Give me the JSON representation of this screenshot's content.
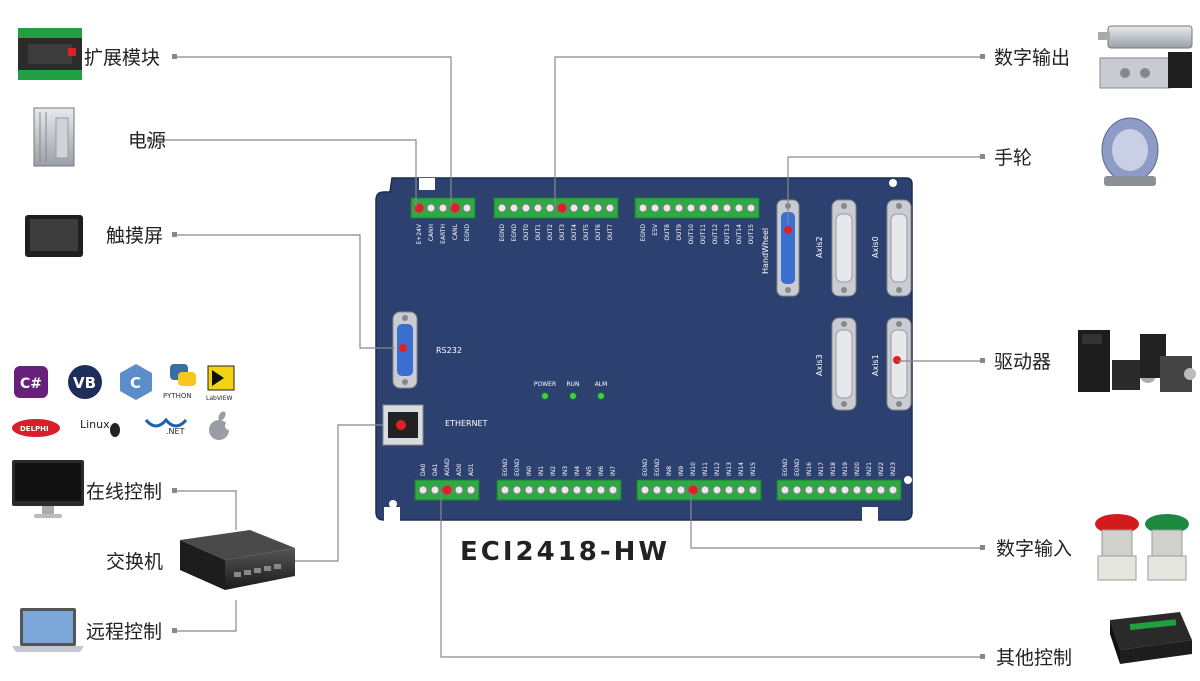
{
  "model": "ECI2418-HW",
  "labels": {
    "expansion": "扩展模块",
    "power": "电源",
    "touchscreen": "触摸屏",
    "online": "在线控制",
    "switch": "交换机",
    "remote": "远程控制",
    "digital_out": "数字输出",
    "handwheel": "手轮",
    "driver": "驱动器",
    "digital_in": "数字输入",
    "other": "其他控制"
  },
  "board": {
    "power_pins": [
      "E+24V",
      "CANH",
      "EARTH",
      "CANL",
      "EGND"
    ],
    "out1_pins": [
      "EGND",
      "EGND",
      "OUT0",
      "OUT1",
      "OUT2",
      "OUT3",
      "OUT4",
      "OUT5",
      "OUT6",
      "OUT7"
    ],
    "out2_pins": [
      "EGND",
      "E5V",
      "OUT8",
      "OUT9",
      "OUT10",
      "OUT11",
      "OUT12",
      "OUT13",
      "OUT14",
      "OUT15"
    ],
    "ad_pins": [
      "DA0",
      "DA1",
      "AGND",
      "AD0",
      "AD1"
    ],
    "in1_pins": [
      "EGND",
      "EGND",
      "IN0",
      "IN1",
      "IN2",
      "IN3",
      "IN4",
      "IN5",
      "IN6",
      "IN7"
    ],
    "in2_pins": [
      "EGND",
      "EGND",
      "IN8",
      "IN9",
      "IN10",
      "IN11",
      "IN12",
      "IN13",
      "IN14",
      "IN15"
    ],
    "in3_pins": [
      "EGND",
      "EGND",
      "IN16",
      "IN17",
      "IN18",
      "IN19",
      "IN20",
      "IN21",
      "IN22",
      "IN23"
    ],
    "ports": {
      "handwheel": "HandWheel",
      "axis2": "Axis2",
      "axis0": "Axis0",
      "axis3": "Axis3",
      "axis1": "Axis1",
      "rs232": "RS232",
      "ethernet": "ETHERNET"
    },
    "leds": [
      "POWER",
      "RUN",
      "ALM"
    ]
  },
  "logos": [
    "C#",
    "VB",
    "C",
    "PYTHON",
    "LabVIEW",
    "DELPHI",
    "Linux",
    ".NET",
    "apple-icon"
  ],
  "colors": {
    "board": "#2c4170",
    "terminal": "#2eaa45",
    "accent_red": "#e02020",
    "handwheel_port": "#3a6fd0"
  }
}
